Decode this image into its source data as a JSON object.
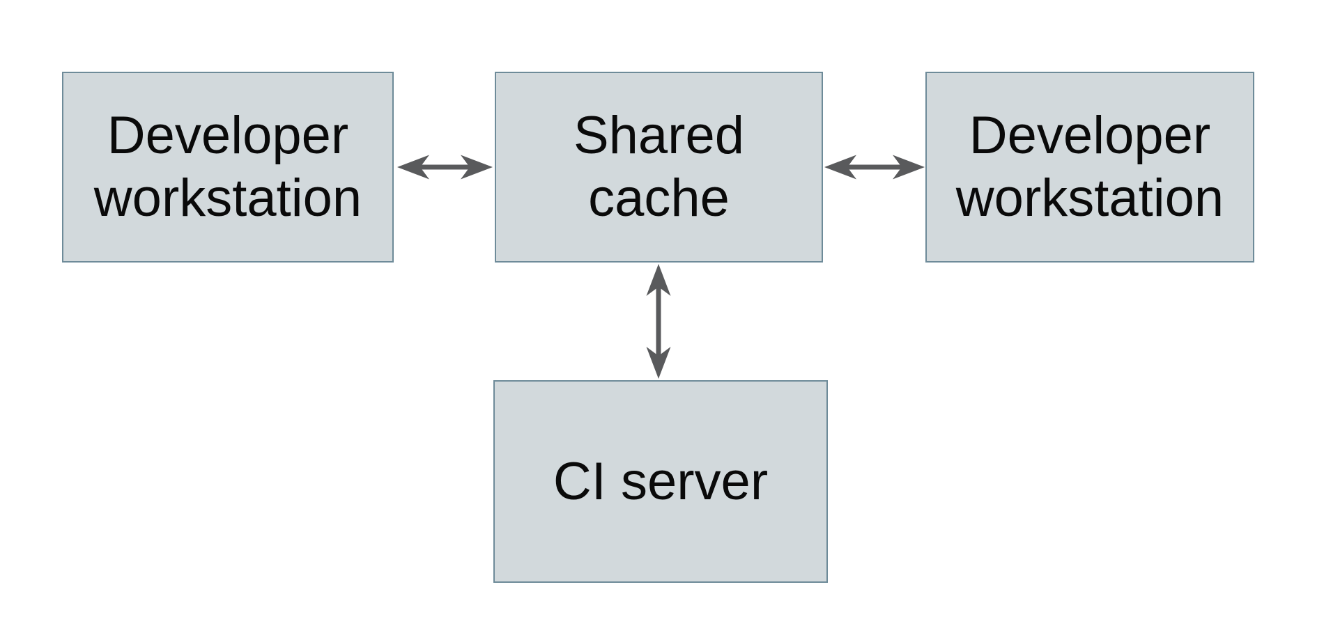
{
  "diagram": {
    "type": "architecture-flowchart",
    "background_color": "#ffffff",
    "colors": {
      "node_fill": "#d2d9dc",
      "node_border": "#6e8b99",
      "arrow": "#595a5c",
      "text": "#0a0a0a"
    },
    "nodes": [
      {
        "id": "developer-workstation-left",
        "label": "Developer workstation",
        "lines": [
          "Developer",
          "workstation"
        ]
      },
      {
        "id": "shared-cache",
        "label": "Shared cache",
        "lines": [
          "Shared",
          "cache"
        ]
      },
      {
        "id": "developer-workstation-right",
        "label": "Developer workstation",
        "lines": [
          "Developer",
          "workstation"
        ]
      },
      {
        "id": "ci-server",
        "label": "CI server",
        "lines": [
          "CI server"
        ]
      }
    ],
    "edges": [
      {
        "from": "developer-workstation-left",
        "to": "shared-cache",
        "direction": "bidirectional"
      },
      {
        "from": "shared-cache",
        "to": "developer-workstation-right",
        "direction": "bidirectional"
      },
      {
        "from": "shared-cache",
        "to": "ci-server",
        "direction": "bidirectional"
      }
    ]
  }
}
